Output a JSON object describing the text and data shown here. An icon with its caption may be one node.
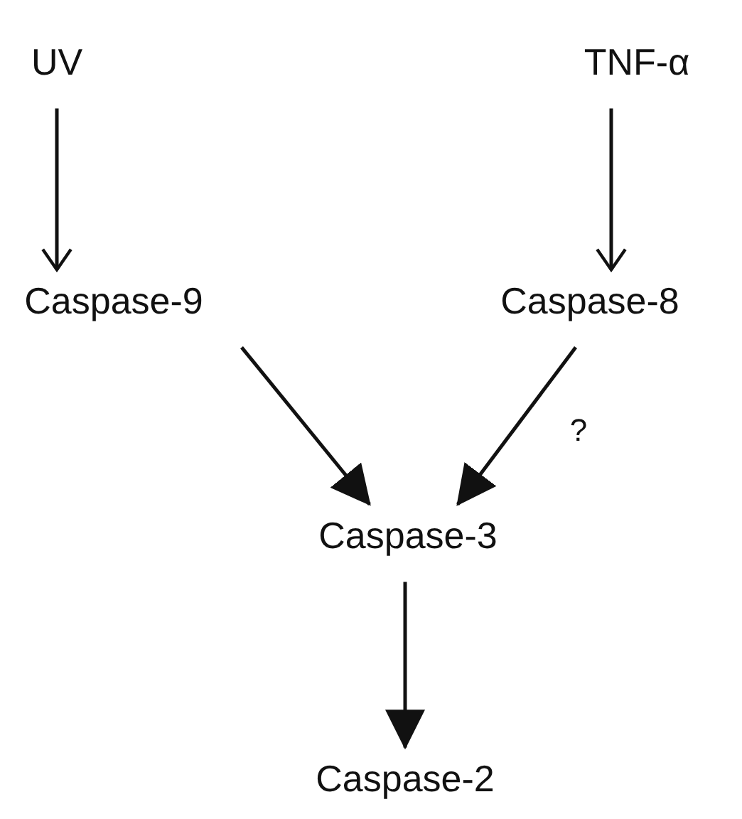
{
  "diagram": {
    "nodes": [
      {
        "text": [
          "UV"
        ]
      },
      {
        "text": [
          "TNF-α"
        ]
      },
      {
        "text": [
          "Caspase-9"
        ]
      },
      {
        "text": [
          "Caspase-8"
        ]
      },
      {
        "text": [
          "Caspase-3"
        ]
      },
      {
        "text": [
          "Caspase-2"
        ]
      }
    ],
    "edges": [
      {
        "from": 0,
        "to": 2,
        "arrow": "to"
      },
      {
        "from": 1,
        "to": 3,
        "arrow": "to"
      },
      {
        "from": 2,
        "to": 4,
        "arrow": "to"
      },
      {
        "from": 3,
        "to": 4,
        "arrow": "to"
      },
      {
        "from": 4,
        "to": 5,
        "arrow": "to"
      }
    ],
    "labels": [
      "?"
    ]
  }
}
